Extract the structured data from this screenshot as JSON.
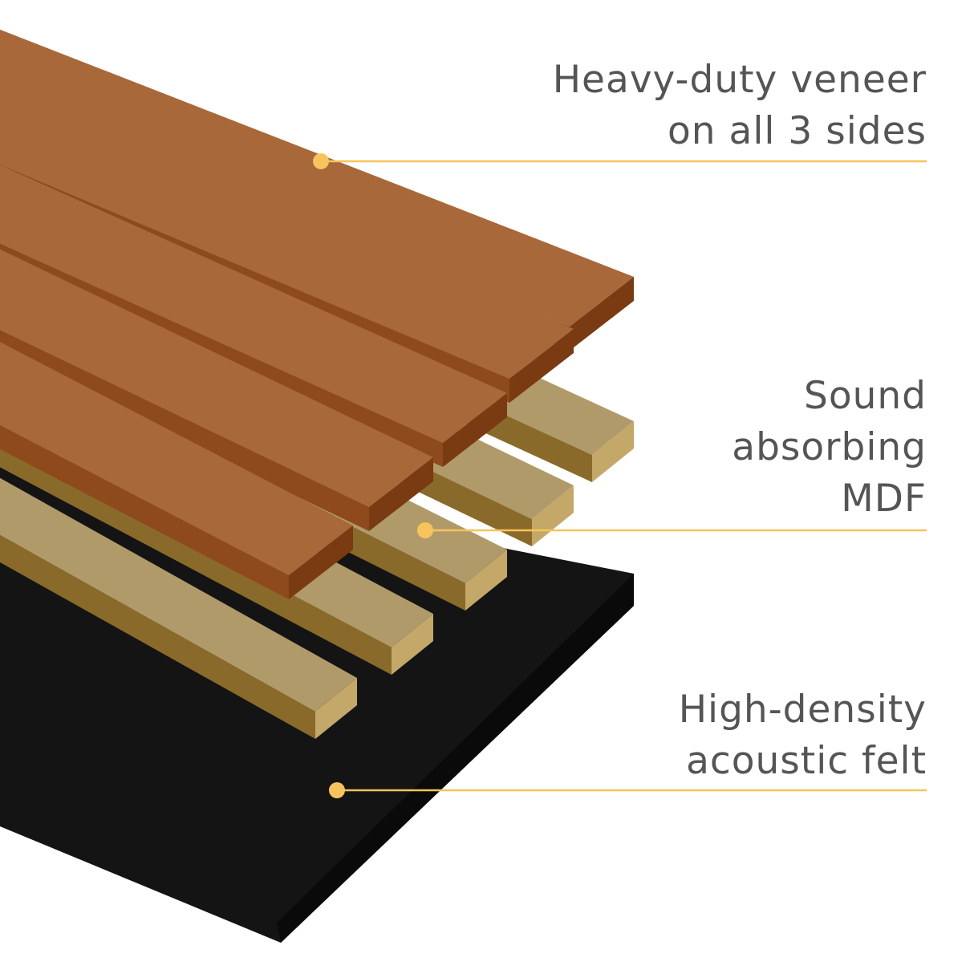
{
  "labels": {
    "veneer": [
      "Heavy-duty veneer",
      "on all 3 sides"
    ],
    "mdf": [
      "Sound",
      "absorbing",
      "MDF"
    ],
    "felt": [
      "High-density",
      "acoustic felt"
    ]
  },
  "colors": {
    "callout": "#f7c35c",
    "text": "#555555",
    "veneer_top": "#a8683a",
    "veneer_side": "#8e4a1c",
    "mdf_top": "#b09a6a",
    "mdf_side": "#8a6a2a",
    "mdf_end": "#c4a86a",
    "felt": "#141414"
  }
}
